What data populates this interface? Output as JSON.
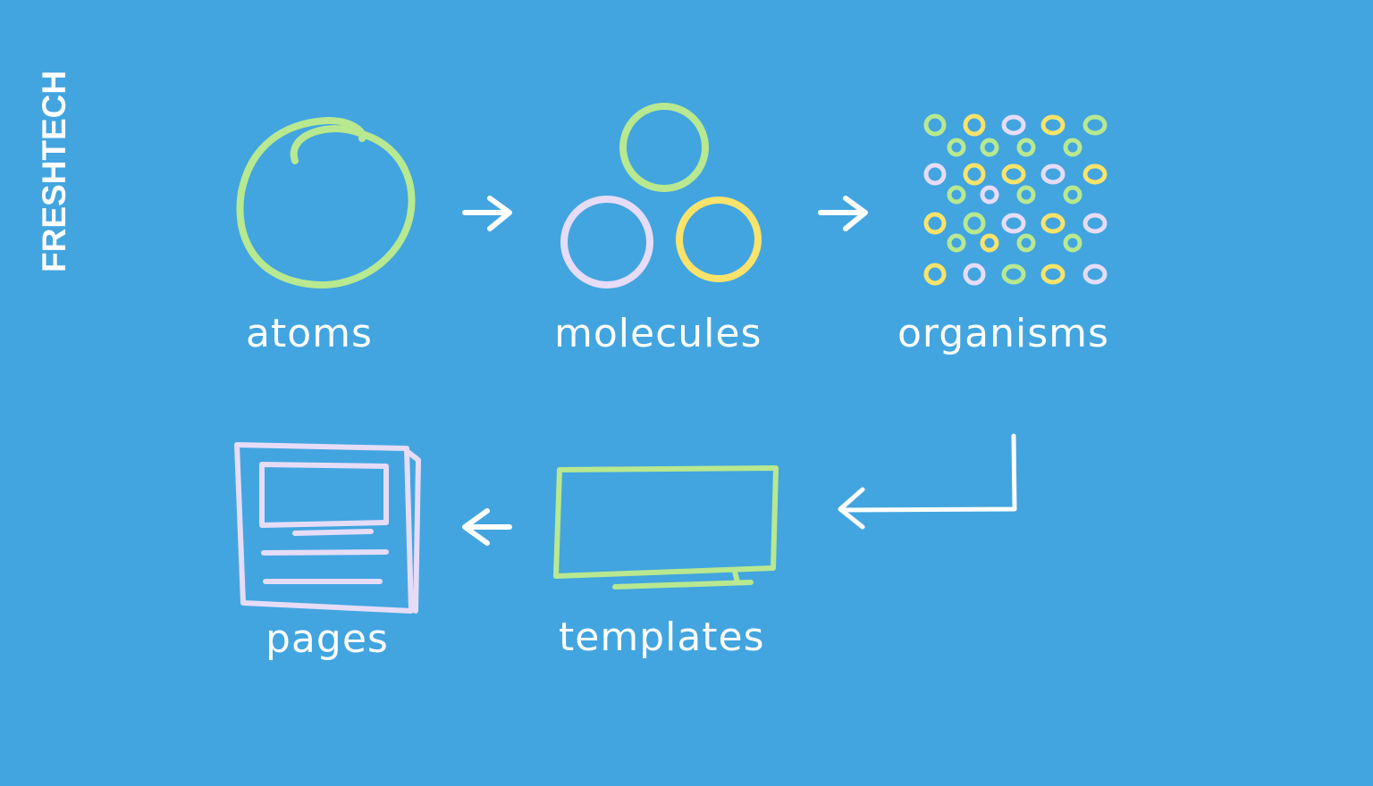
{
  "brand": "FRESHTECH",
  "stages": {
    "atoms": "atoms",
    "molecules": "molecules",
    "organisms": "organisms",
    "templates": "templates",
    "pages": "pages"
  },
  "colors": {
    "background": "#42a5e0",
    "green": "#b8e88f",
    "yellow": "#f9e36a",
    "lavender": "#e6dcf7",
    "white": "#ffffff"
  },
  "organism_grid": {
    "big_rows": [
      [
        "g",
        "y",
        "l",
        "y",
        "g"
      ],
      [
        "l",
        "y",
        "y",
        "l",
        "y"
      ],
      [
        "y",
        "g",
        "l",
        "y",
        "l"
      ],
      [
        "y",
        "l",
        "g",
        "y",
        "l"
      ]
    ],
    "small_rows": [
      [
        "g",
        "g",
        "g",
        "g"
      ],
      [
        "g",
        "l",
        "g",
        "g"
      ],
      [
        "g",
        "y",
        "g",
        "g"
      ]
    ]
  }
}
